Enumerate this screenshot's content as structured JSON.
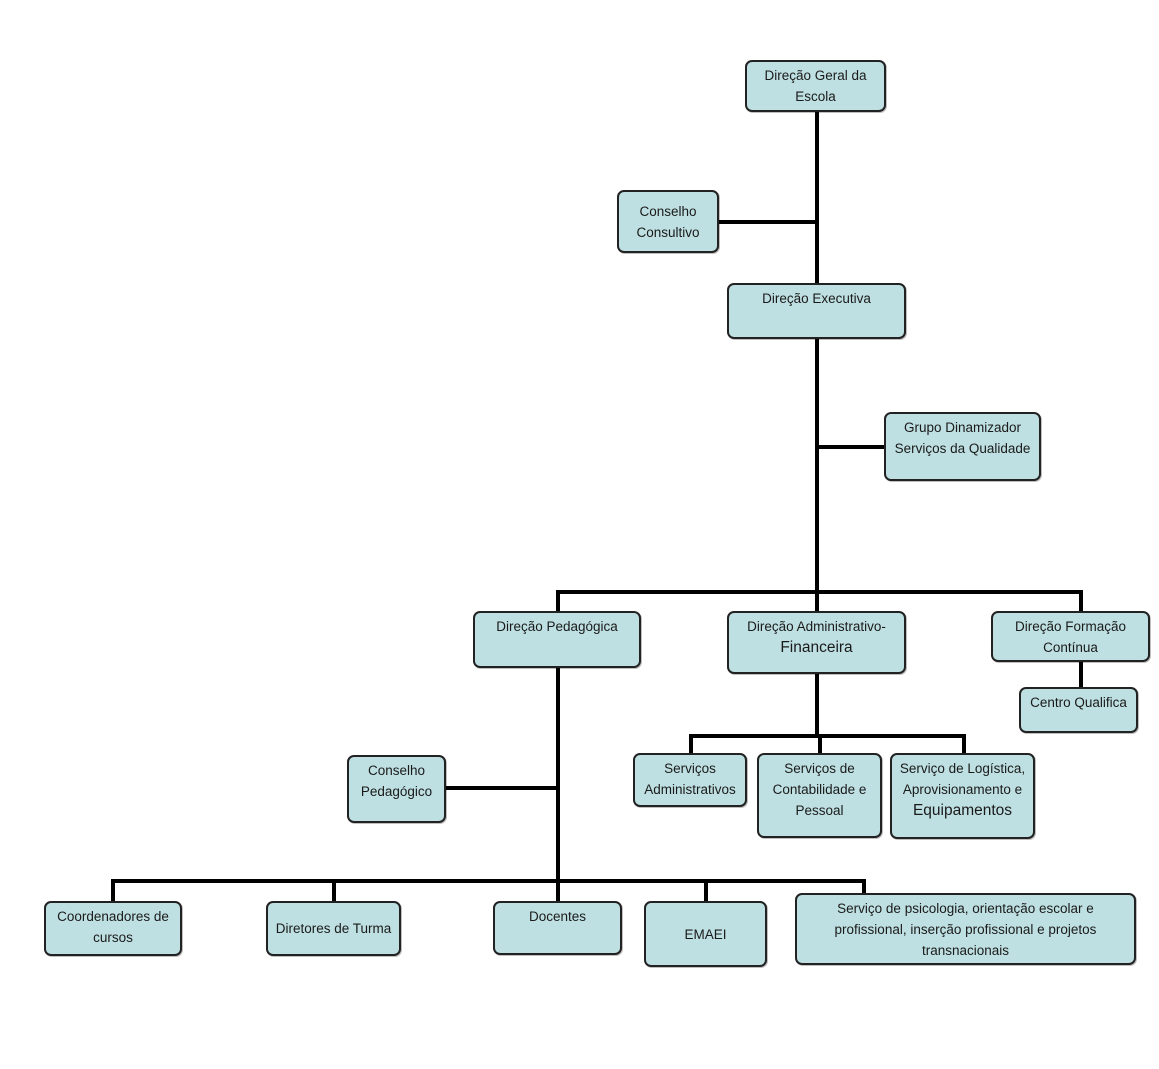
{
  "org_chart": {
    "nodes": {
      "geral": "Direção Geral da\nEscola",
      "consult": "Conselho\nConsultivo",
      "exec": "Direção Executiva",
      "grupo": "Grupo Dinamizador\nServiços da Qualidade",
      "ped": "Direção Pedagógica",
      "adm_line1": "Direção Administrativo-",
      "adm_line2": "Financeira",
      "form": "Direção Formação\nContínua",
      "cq": "Centro Qualifica",
      "servadm": "Serviços\nAdministrativos",
      "cont": "Serviços de\nContabilidade e\nPessoal",
      "log_line1": "Serviço de Logística,\nAprovisionamento e",
      "log_line2": "Equipamentos",
      "consped": "Conselho\nPedagógico",
      "coord": "Coordenadores de\ncursos",
      "dirturma": "Diretores de Turma",
      "doc": "Docentes",
      "emaei": "EMAEI",
      "psico": "Serviço de psicologia, orientação escolar e\nprofissional, inserção profissional e projetos\ntransnacionais"
    },
    "colors": {
      "box_fill": "#bfe0e2",
      "line": "#000000"
    }
  }
}
